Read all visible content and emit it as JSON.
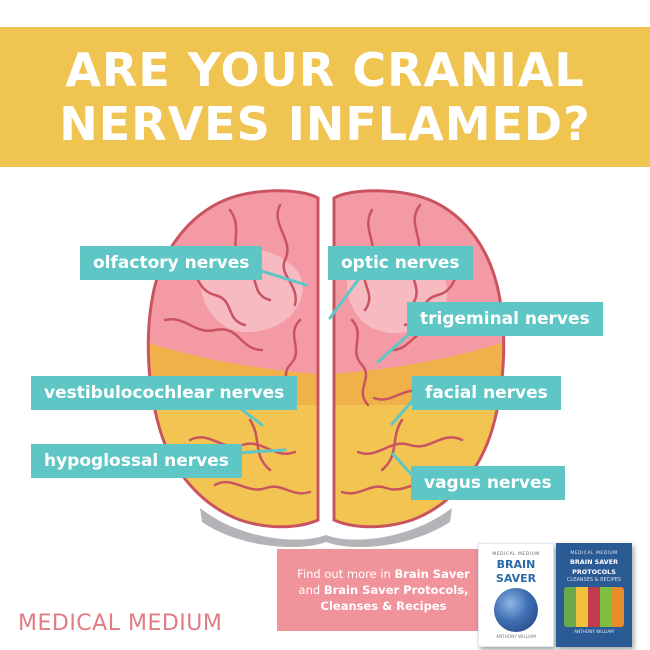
{
  "header": {
    "line1": "ARE YOUR CRANIAL",
    "line2": "NERVES INFLAMED?"
  },
  "labels": {
    "olfactory": "olfactory nerves",
    "optic": "optic nerves",
    "trigeminal": "trigeminal nerves",
    "vestibulocochlear": "vestibulocochlear nerves",
    "facial": "facial nerves",
    "hypoglossal": "hypoglossal nerves",
    "vagus": "vagus nerves"
  },
  "promo": {
    "prefix": "Find out more in ",
    "book1": "Brain Saver",
    "connector": "and ",
    "book2": "Brain Saver Protocols, Cleanses & Recipes"
  },
  "books": {
    "book1": {
      "series": "MEDICAL MEDIUM",
      "title_line1": "BRAIN",
      "title_line2": "SAVER",
      "author": "ANTHONY WILLIAM"
    },
    "book2": {
      "series": "MEDICAL MEDIUM",
      "title_line1": "BRAIN SAVER",
      "title_line2": "PROTOCOLS",
      "subtitle": "CLEANSES & RECIPES",
      "author": "ANTHONY WILLIAM"
    }
  },
  "brand": "MEDICAL MEDIUM",
  "colors": {
    "banner": "#f0c451",
    "label": "#5ec7c5",
    "brain_pink": "#f49aa5",
    "brain_yellow": "#f2c452",
    "promo": "#f0939a",
    "brand": "#e07c83"
  }
}
